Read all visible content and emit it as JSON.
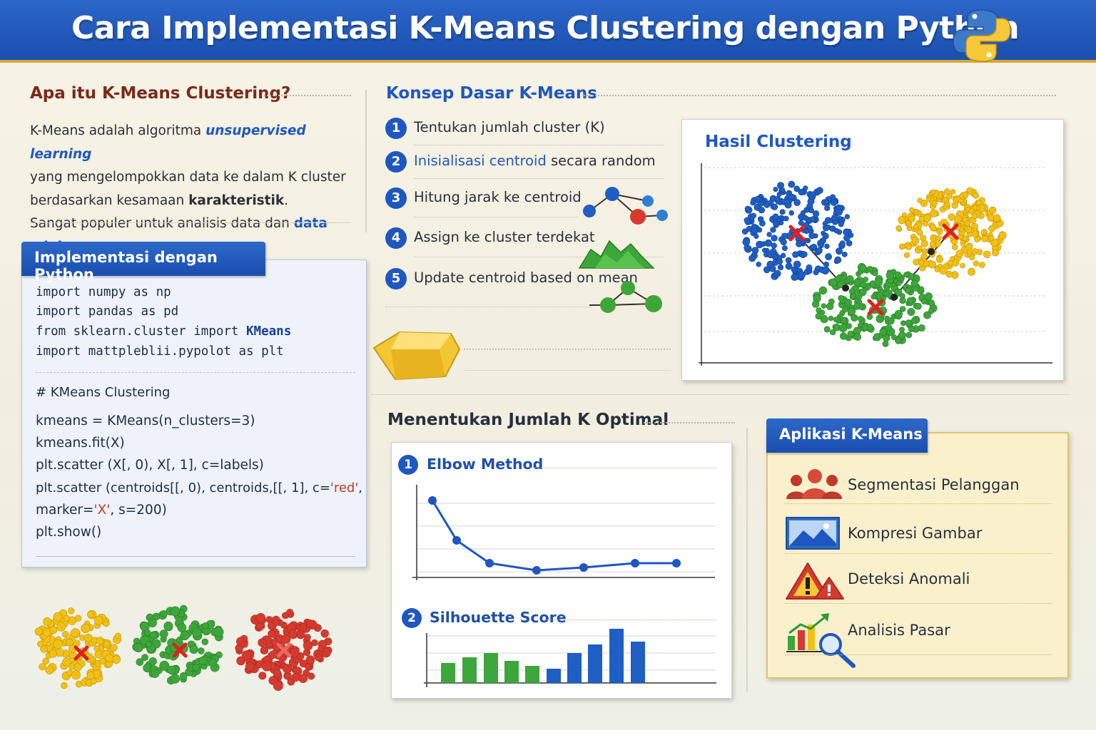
{
  "header": {
    "title": "Cara Implementasi K-Means Clustering dengan Python",
    "logo_icon": "python-logo-icon"
  },
  "intro": {
    "title": "Apa itu K-Means Clustering?",
    "line1_a": "K-Means adalah algoritma ",
    "line1_b": "unsupervised learning",
    "line2": "yang mengelompokkan data ke dalam K cluster",
    "line3_a": "berdasarkan kesamaan ",
    "line3_b": "karakteristik",
    "line3_c": ".",
    "line4_a": "Sangat populer untuk analisis data dan ",
    "line4_b": "data mining",
    "line4_c": "."
  },
  "code": {
    "title": "Implementasi dengan Python",
    "l1": "import numpy as np",
    "l2": "import pandas as pd",
    "l3a": "from sklearn.cluster import ",
    "l3b": "KMeans",
    "l4": "import mattpleblii.pypolot as plt",
    "comment": "# KMeans Clustering",
    "c1": "kmeans = KMeans(n_clusters=3)",
    "c2": "kmeans.fit(X)",
    "c3": "plt.scatter (X[, 0), X[, 1], c=labels)",
    "c4a": "plt.scatter (centroids[[, 0), centroids,[[, 1], c=",
    "c4b": "'red'",
    "c4c": ",",
    "c5a": "marker=",
    "c5b": "'X'",
    "c5c": ", s=200)",
    "c6": "plt.show()"
  },
  "concept": {
    "title": "Konsep Dasar K-Means",
    "steps": [
      {
        "num": "1",
        "label": "Tentukan jumlah cluster (K)"
      },
      {
        "num": "2",
        "label_a": "Inisialisasi centroid",
        "label_b": " secara random"
      },
      {
        "num": "3",
        "label": "Hitung jarak ke centroid"
      },
      {
        "num": "4",
        "label": "Assign ke cluster terdekat"
      },
      {
        "num": "5",
        "label": "Update centroid based on mean"
      }
    ]
  },
  "result": {
    "title": "Hasil Clustering"
  },
  "optimal": {
    "title": "Menentukan Jumlah K Optimal",
    "elbow": {
      "num": "1",
      "label": "Elbow Method"
    },
    "silhouette": {
      "num": "2",
      "label": "Silhouette Score"
    }
  },
  "apps": {
    "title": "Aplikasi K-Means",
    "items": [
      {
        "label": "Segmentasi Pelanggan",
        "icon": "people-icon"
      },
      {
        "label": "Kompresi Gambar",
        "icon": "image-icon"
      },
      {
        "label": "Deteksi Anomali",
        "icon": "warning-icon"
      },
      {
        "label": "Analisis Pasar",
        "icon": "market-chart-icon"
      }
    ]
  },
  "colors": {
    "header_blue": "#1a4fae",
    "accent_blue": "#1f57c0",
    "cluster_blue": "#1f5fc4",
    "cluster_yellow": "#f2c014",
    "cluster_green": "#3da63a",
    "cluster_red": "#d63a2f",
    "centroid": "#e02020"
  }
}
